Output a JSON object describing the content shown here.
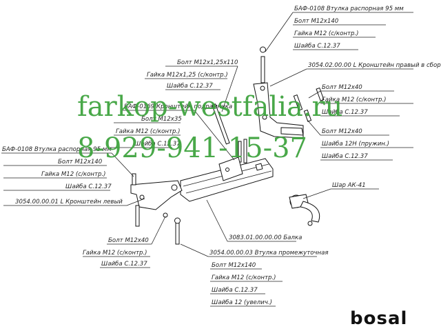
{
  "watermark": {
    "site": "farkop-westfalia.ru",
    "phone": "8-929-941-15-37"
  },
  "brand": "bosal",
  "labels": {
    "top_right": [
      "БАФ-0108 Втулка распорная 95 мм",
      "Болт М12х140",
      "Гайка М12 (с/контр.)",
      "Шайба С.12.37"
    ],
    "center_top": [
      "Болт М12х1,25х110",
      "Гайка М12х1,25 (с/контр.)",
      "Шайба С.12.37"
    ],
    "bracket_right": "3054.02.00.00 L Кронштейн правый в сборе",
    "right_bolt_group": [
      "Болт М12х40",
      "Гайка М12 (с/контр.)",
      "Шайба С.12.37"
    ],
    "right_bolt_group2": [
      "Болт М12х40",
      "Шайба 12Н (пружин.)",
      "Шайба С.12.37"
    ],
    "middle_left": [
      "БАФ-0169 Кронштейн подрамника",
      "Болт М12х35",
      "Гайка М12 (с/контр.)",
      "Шайба С.12.37"
    ],
    "left": [
      "БАФ-0108 Втулка распорная 95 мм",
      "Болт М12х140",
      "Гайка М12 (с/контр.)",
      "Шайба С.12.37"
    ],
    "bracket_left": "3054.00.00.01 L Кронштейн левый",
    "ball": "Шар АК-41",
    "bottom_left": [
      "Болт М12х40",
      "Гайка М12 (с/контр.)",
      "Шайба С.12.37"
    ],
    "beam": "3083.01.00.00.00 Балка",
    "bottom_center": [
      "3054.00.00.03 Втулка промежуточная",
      "Болт М12х140",
      "Гайка М12 (с/контр.)",
      "Шайба С.12.37",
      "Шайба 12 (увелич.)"
    ]
  }
}
